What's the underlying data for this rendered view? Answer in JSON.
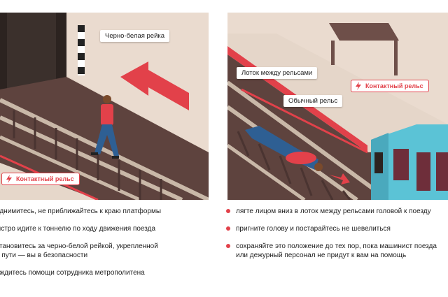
{
  "left_panel": {
    "callouts": {
      "black_white_bar": "Черно-белая рейка",
      "contact_rail": "Контактный рельс"
    }
  },
  "right_panel": {
    "callouts": {
      "trough_between_rails": "Лоток между рельсами",
      "ordinary_rail": "Обычный рельс",
      "contact_rail": "Контактный рельс"
    }
  },
  "left_instructions": [
    "однимитесь, не приближайтесь к краю платформы",
    "ыстро идите к тоннелю по ходу движения поезда",
    "становитесь за черно-белой рейкой, укрепленной\nа пути — вы в безопасности",
    "ождитесь помощи сотрудника метрополитена"
  ],
  "right_instructions": [
    "лягте лицом вниз в лоток между рельсами головой к поезду",
    "пригните голову и постарайтесь не шевелиться",
    "сохраняйте это положение до тех пор, пока машинист поезда\nили дежурный персонал не придут к вам на помощь"
  ],
  "colors": {
    "accent_red": "#e2414a",
    "platform_beige": "#e5d6c9",
    "track_brown": "#6e4f49",
    "train_blue": "#5bc3d6"
  },
  "icons": [
    "lightning-bolt-icon",
    "arrow-icon",
    "bench-icon"
  ]
}
